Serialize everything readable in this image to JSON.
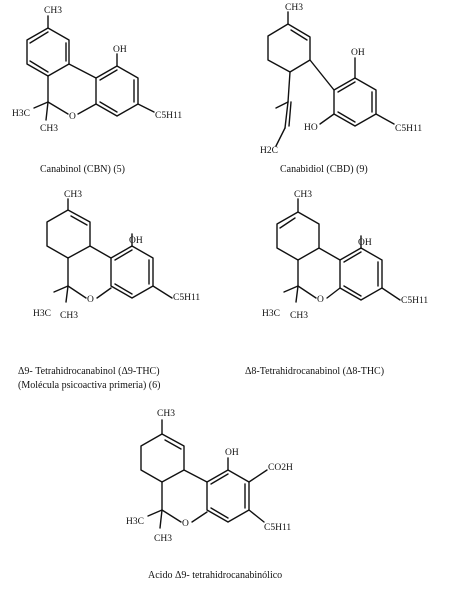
{
  "molecules": [
    {
      "caption": "Canabinol (CBN) (5)",
      "labels": {
        "ch3_top": "CH3",
        "oh": "OH",
        "gem_left": "H3C",
        "gem_right": "CH3",
        "ring_o": "O",
        "chain": "C5H11"
      }
    },
    {
      "caption": "Canabidiol (CBD) (9)",
      "labels": {
        "ch3_top": "CH3",
        "oh_top": "OH",
        "oh_bottom": "HO",
        "chain": "C5H11",
        "vinyl": "H2C"
      }
    },
    {
      "caption_line1": "Δ9- Tetrahidrocanabinol (Δ9-THC)",
      "caption_line2": "(Molécula psicoactiva primeria) (6)",
      "labels": {
        "ch3_top": "CH3",
        "oh": "OH",
        "gem_left": "H3C",
        "gem_right": "CH3",
        "ring_o": "O",
        "chain": "C5H11"
      }
    },
    {
      "caption": "Δ8-Tetrahidrocanabinol (Δ8-THC)",
      "labels": {
        "ch3_top": "CH3",
        "oh": "OH",
        "gem_left": "H3C",
        "gem_right": "CH3",
        "ring_o": "O",
        "chain": "C5H11"
      }
    },
    {
      "caption": "Acido Δ9- tetrahidrocanabinólico",
      "labels": {
        "ch3_top": "CH3",
        "oh": "OH",
        "acid": "CO2H",
        "gem_left": "H3C",
        "gem_right": "CH3",
        "ring_o": "O",
        "chain": "C5H11"
      }
    }
  ]
}
